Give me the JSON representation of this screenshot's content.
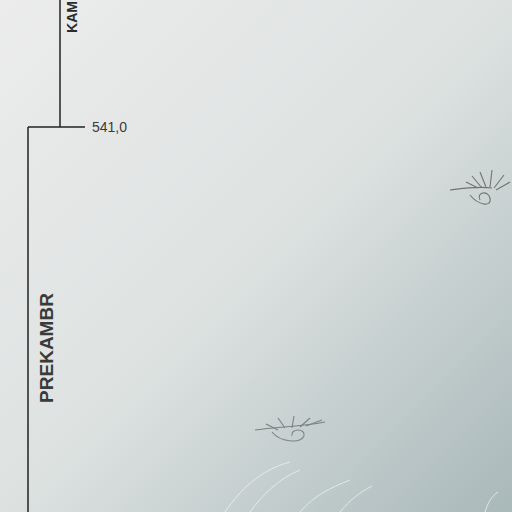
{
  "diagram": {
    "labels": [
      "KAM",
      "541,0",
      "PREKAMBR"
    ]
  }
}
